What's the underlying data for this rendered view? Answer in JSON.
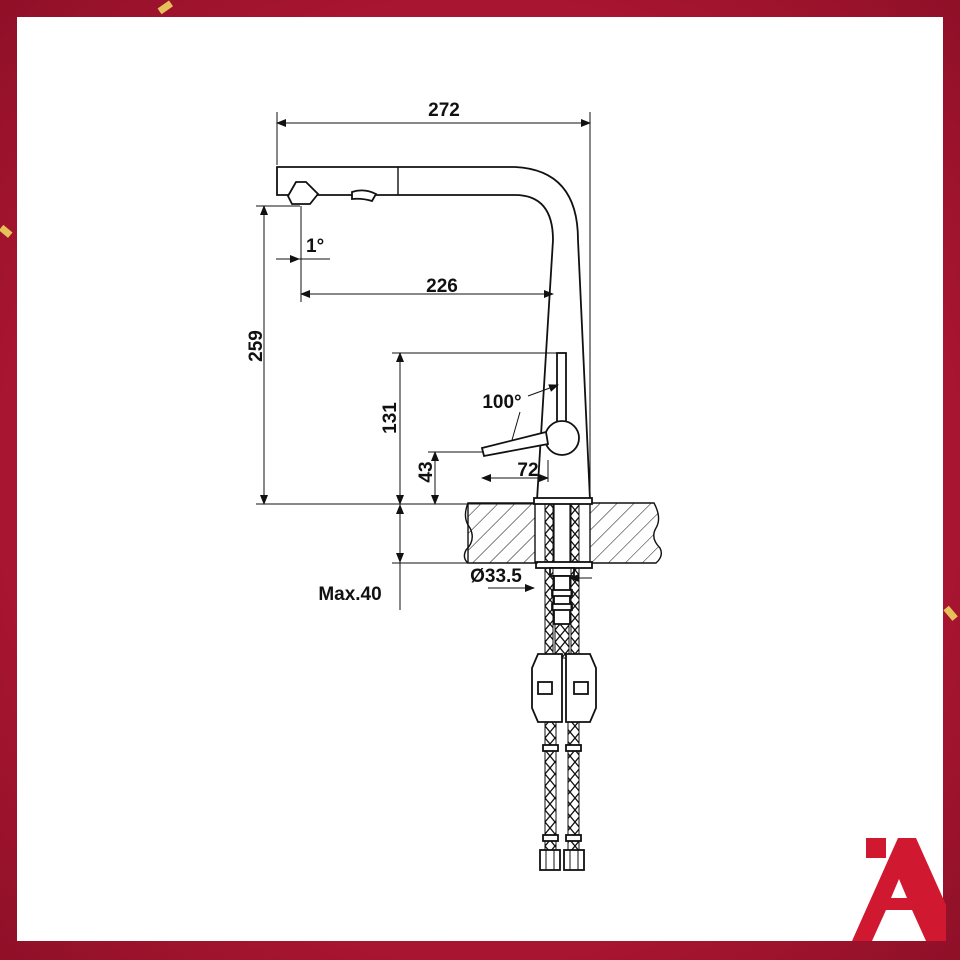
{
  "dimensions": {
    "overall_width": "272",
    "spout_reach": "226",
    "total_height": "259",
    "handle_height": "131",
    "lever_height": "43",
    "lever_reach": "72",
    "handle_angle": "100°",
    "spout_angle": "1°",
    "hole_diameter": "Ø33.5",
    "max_thickness": "Max.40"
  },
  "colors": {
    "frame": "#b0182f",
    "panel": "#ffffff",
    "ink": "#111111",
    "logo": "#d01830",
    "confetti": "#e6c15a"
  },
  "logo": {
    "icon": "brand-logo-icon"
  }
}
